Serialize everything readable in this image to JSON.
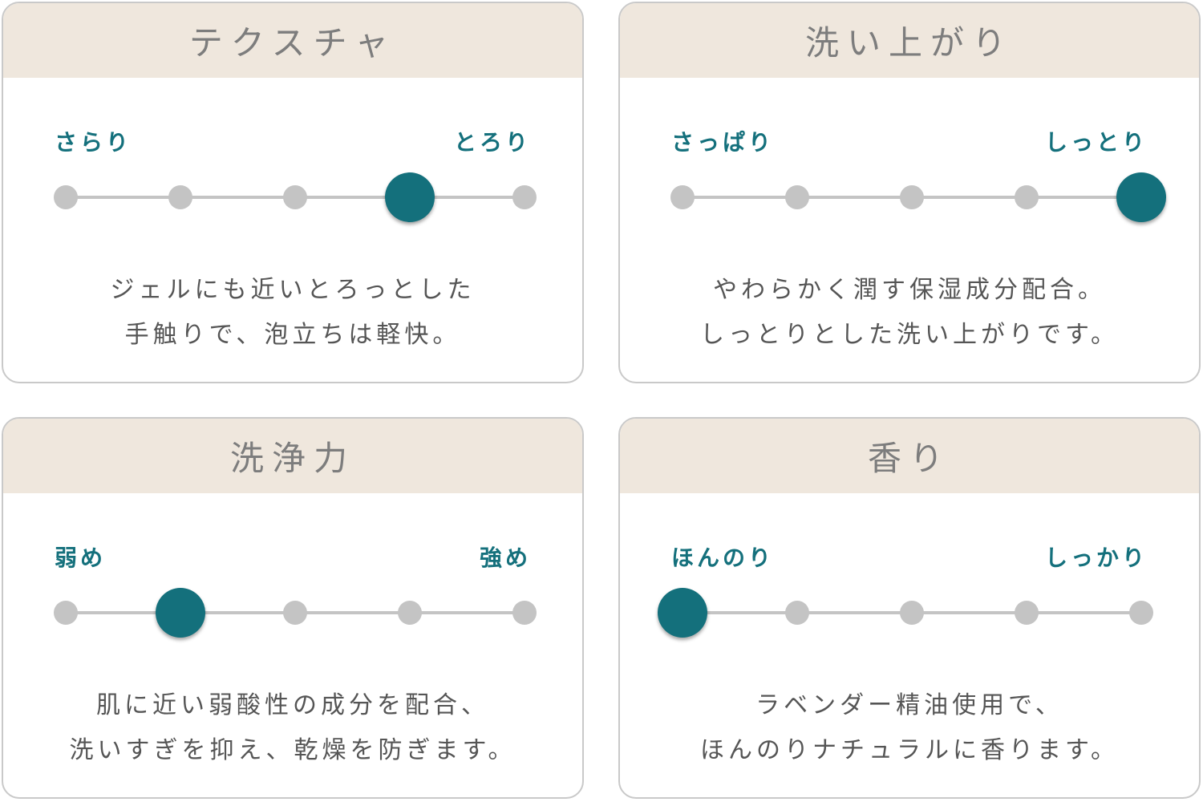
{
  "colors": {
    "accent": "#14707c",
    "header_bg": "#efe7dd",
    "dot_inactive": "#c4c4c4",
    "card_border": "#c9c9c9",
    "title_text": "#7d7d7d",
    "body_text": "#555555"
  },
  "cards": [
    {
      "title": "テクスチャ",
      "scale": {
        "left_label": "さらり",
        "right_label": "とろり",
        "steps": 5,
        "value": 4
      },
      "description": [
        "ジェルにも近いとろっとした",
        "手触りで、泡立ちは軽快。"
      ]
    },
    {
      "title": "洗い上がり",
      "scale": {
        "left_label": "さっぱり",
        "right_label": "しっとり",
        "steps": 5,
        "value": 5
      },
      "description": [
        "やわらかく潤す保湿成分配合。",
        "しっとりとした洗い上がりです。"
      ]
    },
    {
      "title": "洗浄力",
      "scale": {
        "left_label": "弱め",
        "right_label": "強め",
        "steps": 5,
        "value": 2
      },
      "description": [
        "肌に近い弱酸性の成分を配合、",
        "洗いすぎを抑え、乾燥を防ぎます。"
      ]
    },
    {
      "title": "香り",
      "scale": {
        "left_label": "ほんのり",
        "right_label": "しっかり",
        "steps": 5,
        "value": 1
      },
      "description": [
        "ラベンダー精油使用で、",
        "ほんのりナチュラルに香ります。"
      ]
    }
  ]
}
